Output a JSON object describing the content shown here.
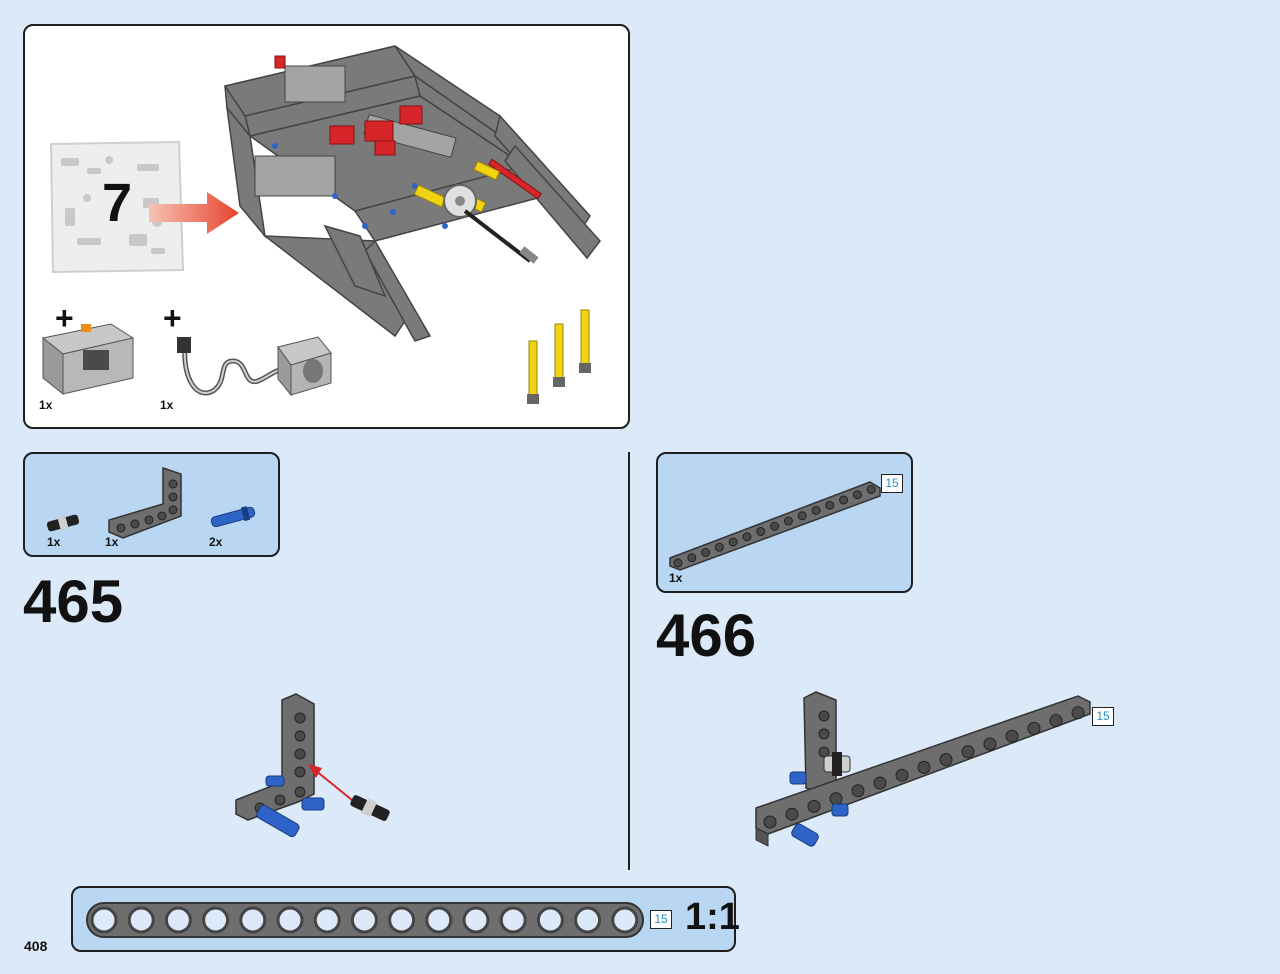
{
  "page_number": "408",
  "submodel": {
    "bag_number": "7",
    "extras": [
      {
        "name": "battery-box",
        "quantity": "1x"
      },
      {
        "name": "motor",
        "quantity": "1x"
      }
    ]
  },
  "step_465": {
    "number": "465",
    "parts": [
      {
        "name": "axle-connector",
        "quantity": "1x"
      },
      {
        "name": "l-beam",
        "quantity": "1x"
      },
      {
        "name": "blue-pin",
        "quantity": "2x"
      }
    ]
  },
  "step_466": {
    "number": "466",
    "parts": [
      {
        "name": "straight-beam",
        "quantity": "1x",
        "length": "15"
      }
    ],
    "length_label": "15"
  },
  "scale_ruler": {
    "length": "15",
    "scale": "1:1"
  },
  "colors": {
    "background": "#dbe9f8",
    "parts_list": "#b9d6f2",
    "beam_gray": "#6e6e6e",
    "pin_blue": "#2e64c8",
    "accent_red": "#d6262a",
    "yellow": "#f2d312"
  }
}
